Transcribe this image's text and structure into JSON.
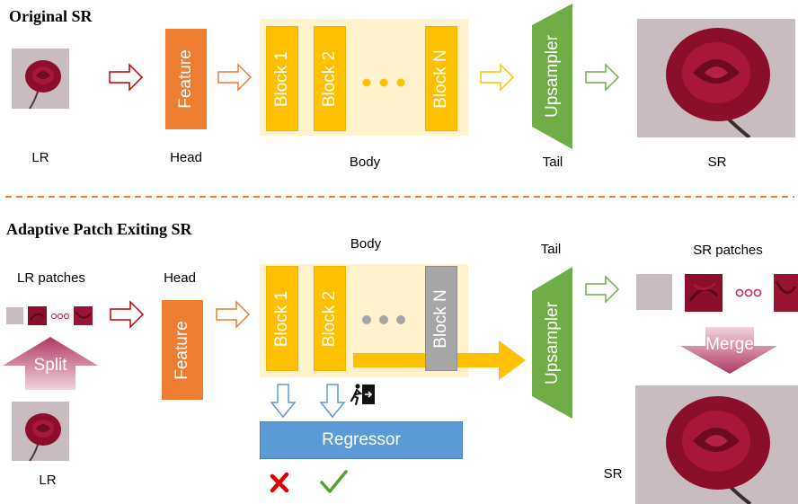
{
  "top": {
    "title": "Original SR",
    "lr_label": "LR",
    "head_label": "Head",
    "feature": "Feature",
    "body_label": "Body",
    "blocks": [
      "Block 1",
      "Block 2",
      "Block N"
    ],
    "tail_label": "Tail",
    "upsampler": "Upsampler",
    "sr_label": "SR"
  },
  "bottom": {
    "title": "Adaptive Patch Exiting SR",
    "lr_patches_label": "LR patches",
    "split": "Split",
    "lr_label": "LR",
    "head_label": "Head",
    "feature": "Feature",
    "body_label": "Body",
    "blocks": [
      "Block 1",
      "Block 2",
      "Block N"
    ],
    "regressor": "Regressor",
    "tail_label": "Tail",
    "upsampler": "Upsampler",
    "sr_patches_label": "SR patches",
    "merge": "Merge",
    "sr_label": "SR"
  },
  "colors": {
    "feature": "#ed7d31",
    "block": "#ffc000",
    "body_bg": "#fff2cc",
    "block_exited": "#a6a6a6",
    "upsampler": "#70ad47",
    "regressor": "#5b9bd5",
    "separator": "#ed7d31",
    "photo_bg": "#c9bcc0",
    "rose": "#8b0f2a"
  },
  "icons": [
    "arrow-right-icon",
    "ellipsis-icon",
    "cross-icon",
    "check-icon",
    "exit-icon",
    "split-arrow-icon",
    "merge-arrow-icon"
  ]
}
